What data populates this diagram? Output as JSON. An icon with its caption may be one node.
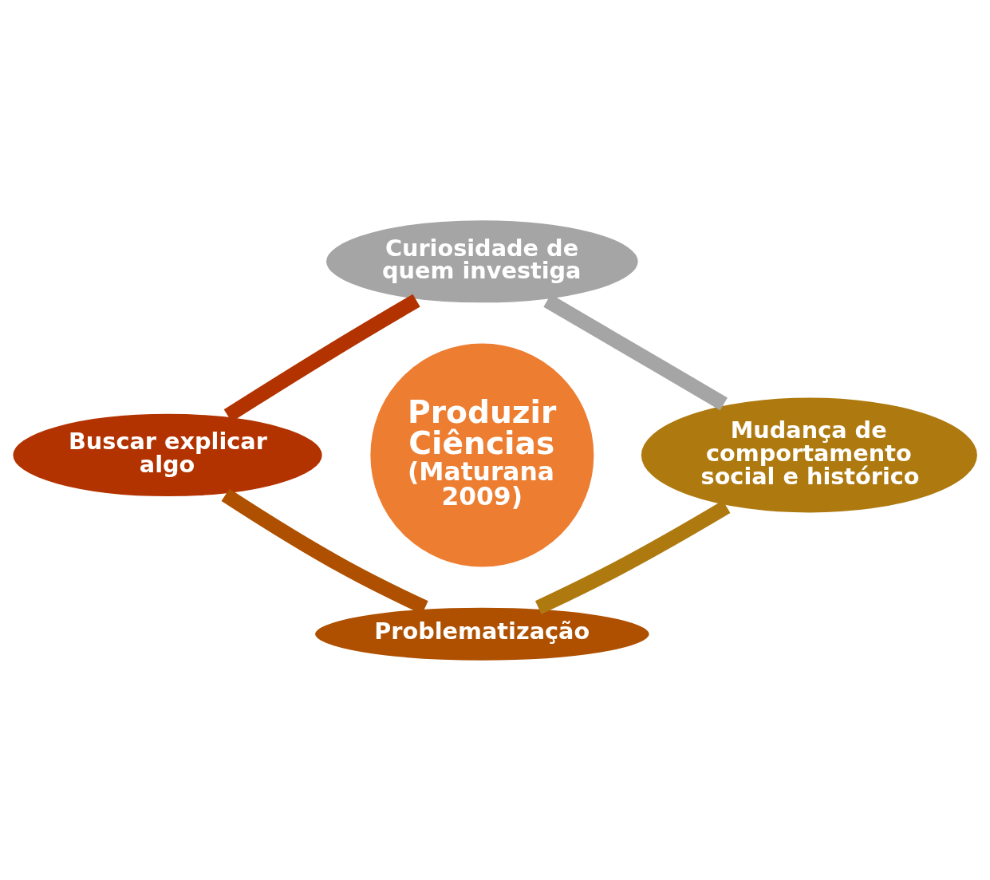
{
  "diagram": {
    "nodes": [
      {
        "text": [
          "Produzir Ciências",
          "(Maturana 2009)"
        ]
      },
      {
        "text": [
          "Curiosidade de quem investiga"
        ]
      },
      {
        "text": [
          "Mudança de comportamento social e histórico"
        ]
      },
      {
        "text": [
          "Problematização"
        ]
      },
      {
        "text": [
          "Buscar explicar algo"
        ]
      }
    ],
    "edges": [
      {
        "from": 1,
        "to": 2,
        "arrow": "none",
        "color": "#a5a5a5"
      },
      {
        "from": 2,
        "to": 3,
        "arrow": "none",
        "color": "#ae7a10"
      },
      {
        "from": 4,
        "to": 3,
        "arrow": "none",
        "color": "#ae5000"
      },
      {
        "from": 1,
        "to": 4,
        "arrow": "none",
        "color": "#b33300"
      }
    ]
  }
}
